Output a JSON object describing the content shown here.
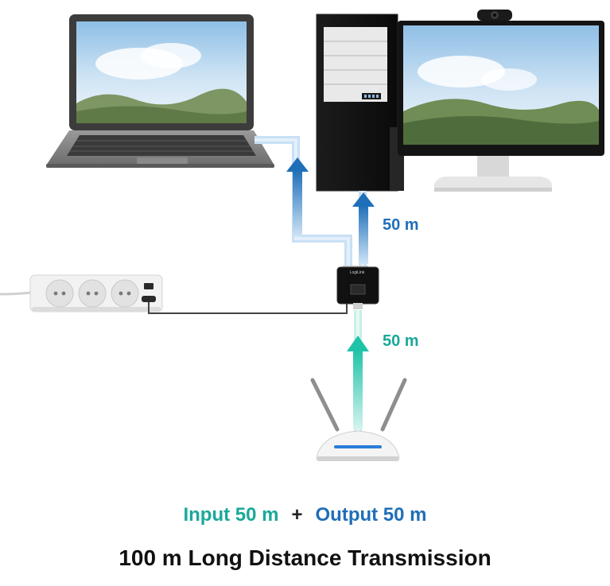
{
  "labels": {
    "output_distance": "50 m",
    "input_distance": "50 m"
  },
  "legend": {
    "input": "Input 50 m",
    "plus": "+",
    "output": "Output 50 m"
  },
  "caption": "100 m Long Distance Transmission",
  "extender": {
    "brand": "LogiLink"
  },
  "colors": {
    "output_blue": "#1f6fb8",
    "input_teal": "#1aa89a",
    "text_dark": "#111111"
  },
  "icons": [
    "laptop-icon",
    "pc-tower-icon",
    "monitor-icon",
    "webcam-icon",
    "power-strip-icon",
    "extender-icon",
    "router-icon",
    "arrow-up-icon"
  ]
}
